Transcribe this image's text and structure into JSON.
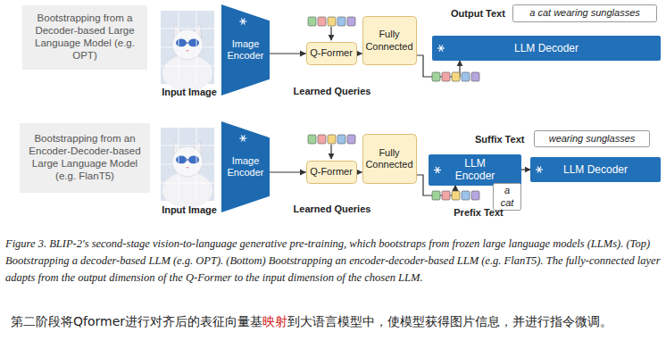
{
  "diagram": {
    "caption": "Figure 3. BLIP-2's second-stage vision-to-language generative pre-training, which bootstraps from frozen large language models (LLMs). (Top) Bootstrapping a decoder-based LLM (e.g. OPT). (Bottom) Bootstrapping an encoder-decoder-based LLM (e.g. FlanT5). The fully-connected layer adapts from the output dimension of the Q-Former to the input dimension of the chosen LLM.",
    "nodes": [
      {
        "text": [
          "Bootstrapping from a Decoder-based Large Language Model (e.g. OPT)"
        ]
      },
      {
        "text": [
          "Image Encoder"
        ]
      },
      {
        "text": [
          "Q-Former"
        ]
      },
      {
        "text": [
          "Fully Connected"
        ]
      },
      {
        "text": [
          "LLM Decoder"
        ]
      },
      {
        "text": [
          "a cat wearing sunglasses"
        ]
      },
      {
        "text": [
          "Bootstrapping from an Encoder-Decoder-based Large Language Model (e.g. FlanT5)"
        ]
      },
      {
        "text": [
          "Image Encoder"
        ]
      },
      {
        "text": [
          "Q-Former"
        ]
      },
      {
        "text": [
          "Fully Connected"
        ]
      },
      {
        "text": [
          "LLM Encoder"
        ]
      },
      {
        "text": [
          "LLM Decoder"
        ]
      },
      {
        "text": [
          "wearing sunglasses"
        ]
      },
      {
        "text": [
          "a cat"
        ]
      }
    ],
    "edges": [
      {
        "from": 1,
        "to": 2,
        "arrow": "to"
      },
      {
        "from": 2,
        "to": 3,
        "arrow": "to"
      },
      {
        "from": 3,
        "to": 4,
        "arrow": "to"
      },
      {
        "from": 7,
        "to": 8,
        "arrow": "to"
      },
      {
        "from": 8,
        "to": 9,
        "arrow": "to"
      },
      {
        "from": 9,
        "to": 10,
        "arrow": "to"
      },
      {
        "from": 10,
        "to": 11,
        "arrow": "to"
      },
      {
        "from": 13,
        "to": 10,
        "arrow": "to"
      }
    ],
    "labels": [
      "Input Image",
      "Learned Queries",
      "Output Text",
      "Input Image",
      "Learned Queries",
      "Suffix Text",
      "Prefix Text",
      "第二阶段将Qformer进行对齐后的表征向量基映射到大语言模型中，使模型获得图片信息，并进行指令微调。"
    ]
  }
}
